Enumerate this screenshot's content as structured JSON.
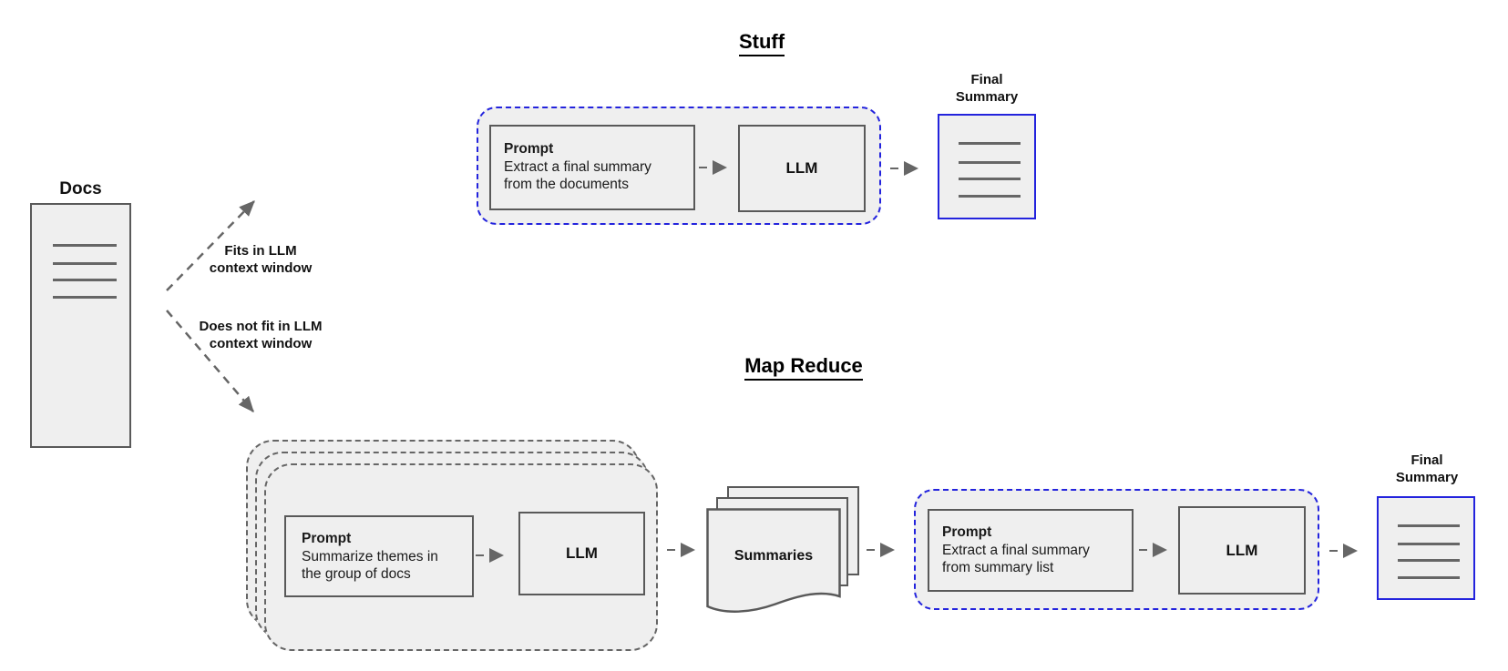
{
  "colors": {
    "accent_blue": "#2323dd",
    "shape_fill": "#efefef",
    "shape_border": "#595959",
    "arrow_gray": "#666666",
    "text": "#1a1a1a"
  },
  "docs": {
    "label": "Docs"
  },
  "branches": {
    "fits": {
      "line1": "Fits in LLM",
      "line2": "context window"
    },
    "does_not_fit": {
      "line1": "Does not fit in LLM",
      "line2": "context window"
    }
  },
  "stuff": {
    "title": "Stuff",
    "prompt": {
      "title": "Prompt",
      "body_line1": "Extract a final summary",
      "body_line2": "from the documents"
    },
    "llm": "LLM",
    "final_summary": {
      "line1": "Final",
      "line2": "Summary"
    }
  },
  "map_reduce": {
    "title": "Map Reduce",
    "map_prompt": {
      "title": "Prompt",
      "body_line1": "Summarize themes in",
      "body_line2": "the group of docs"
    },
    "map_llm": "LLM",
    "summaries": "Summaries",
    "reduce_prompt": {
      "title": "Prompt",
      "body_line1": "Extract a final summary",
      "body_line2": "from summary list"
    },
    "reduce_llm": "LLM",
    "final_summary": {
      "line1": "Final",
      "line2": "Summary"
    }
  }
}
